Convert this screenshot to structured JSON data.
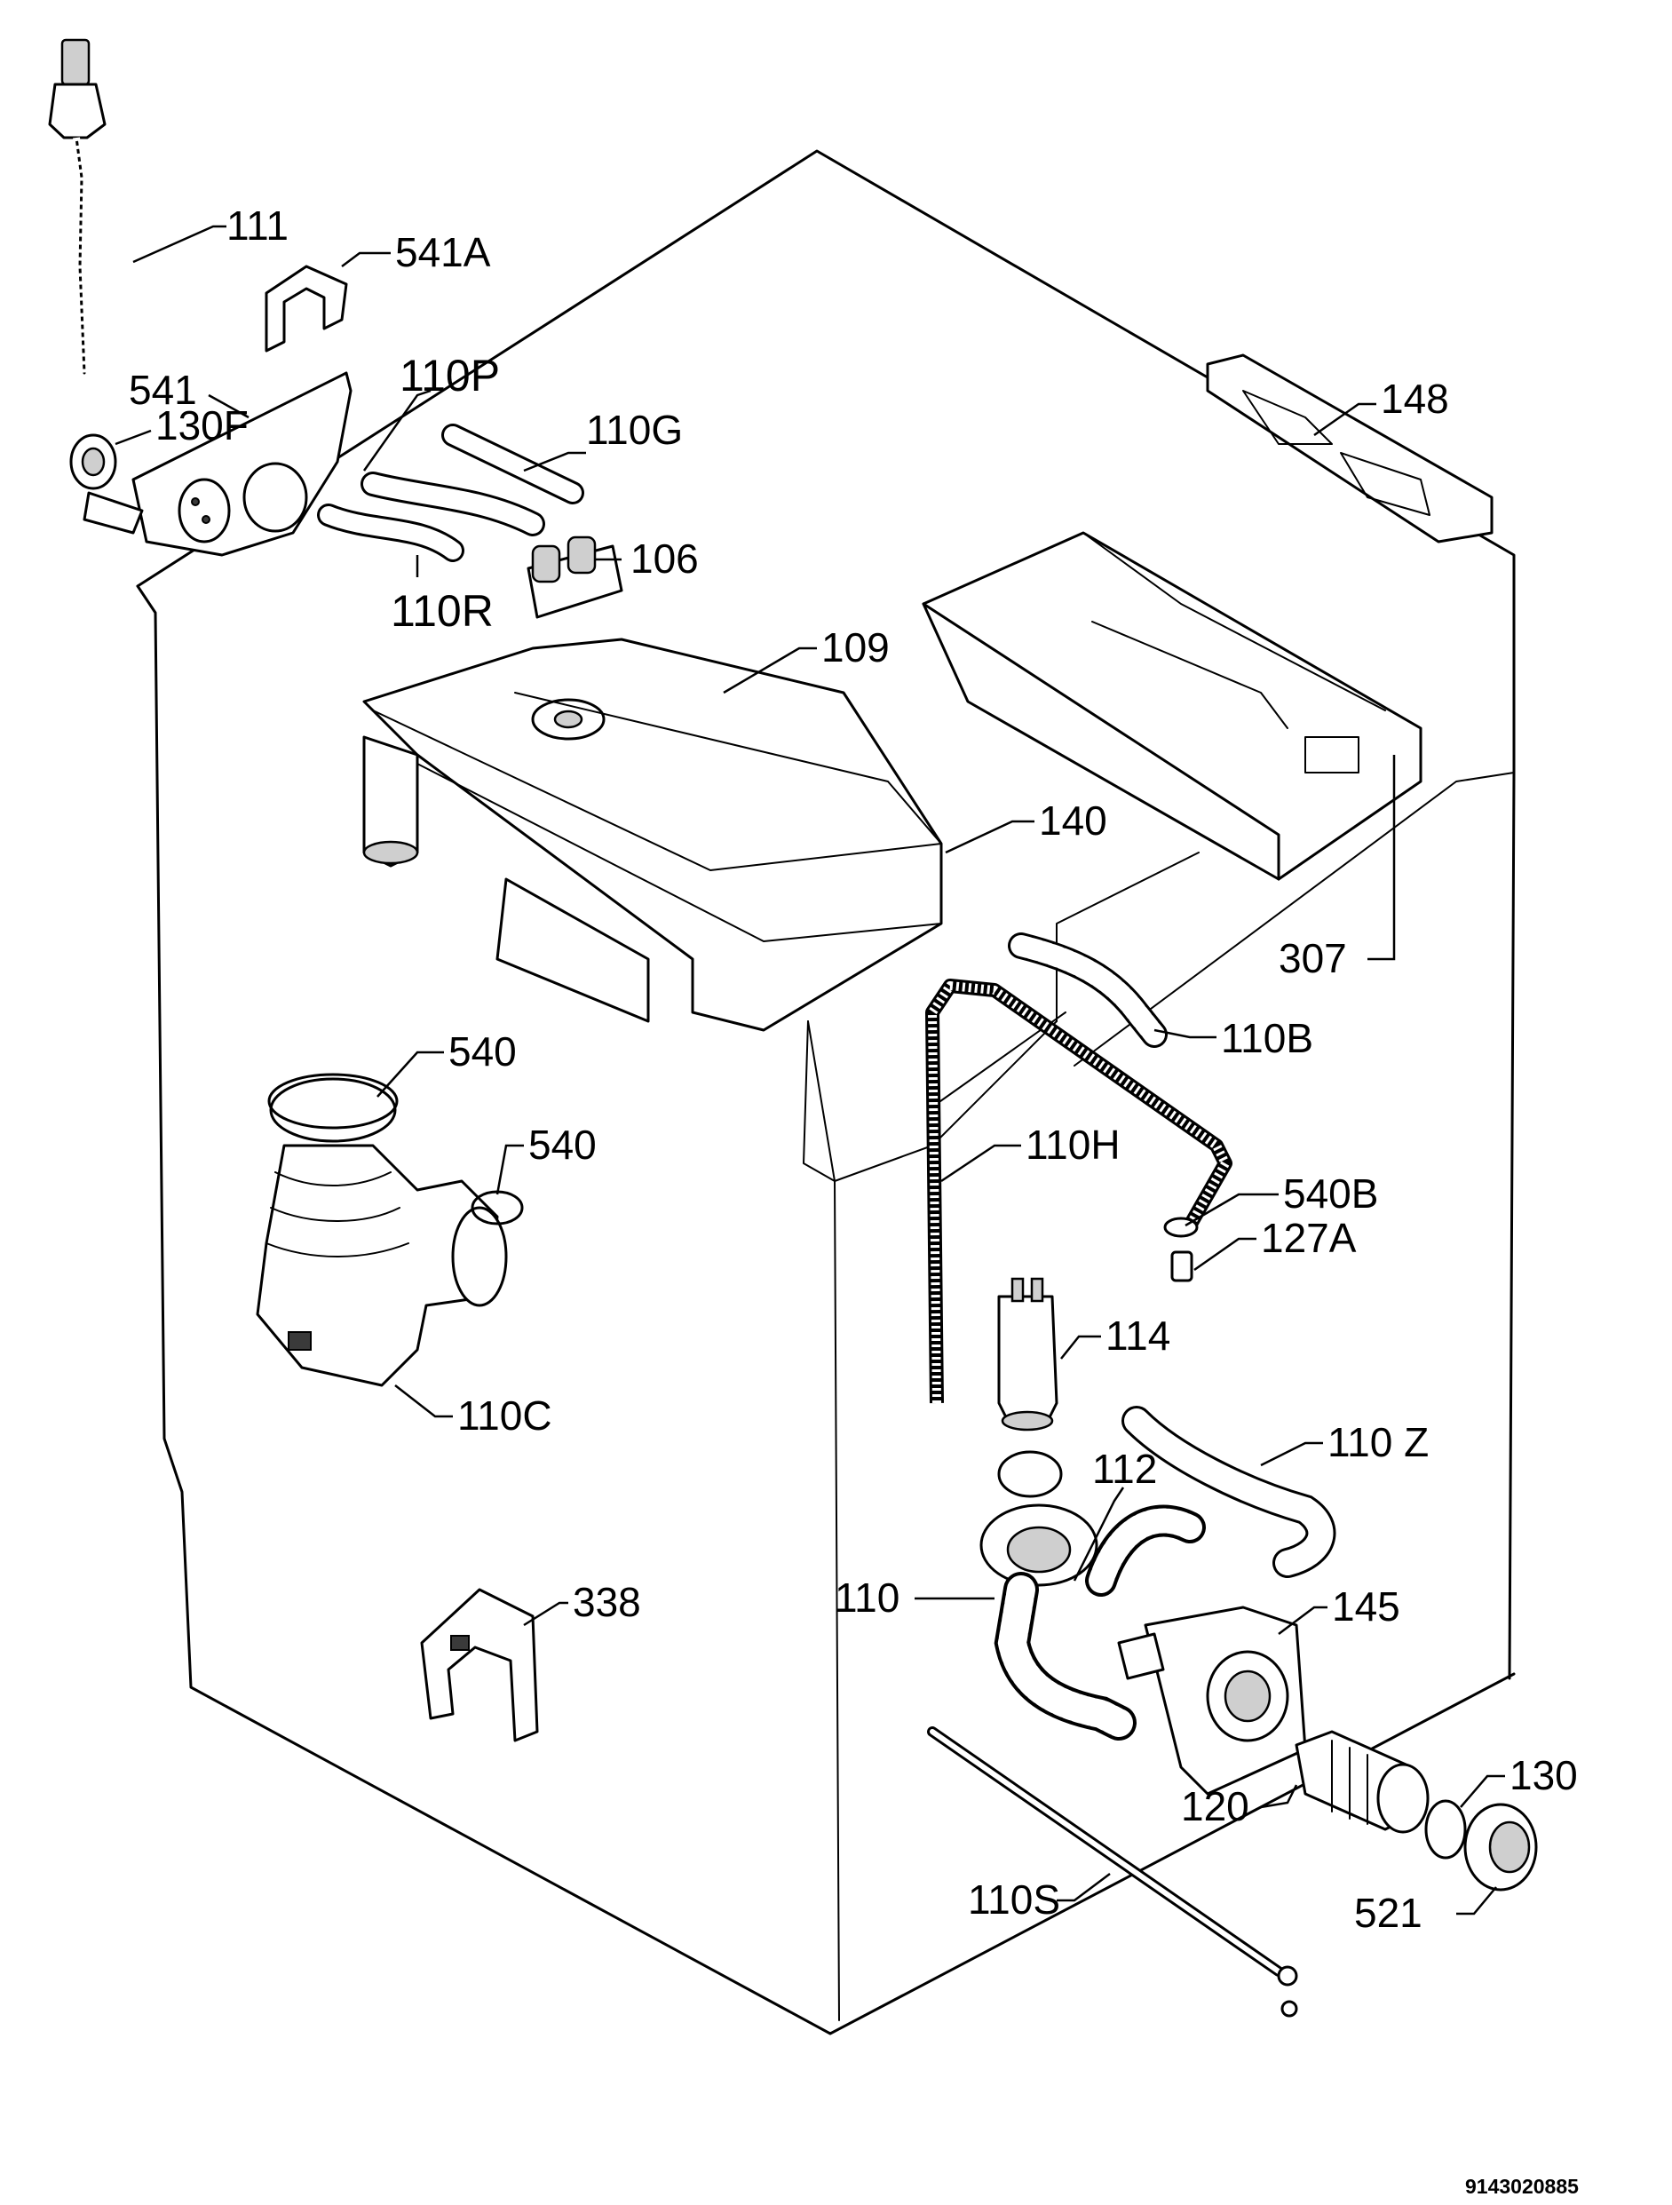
{
  "diagram": {
    "document_code": "9143020885",
    "callouts": {
      "c111": "111",
      "c541A": "541A",
      "c541": "541",
      "c130F": "130F",
      "c110P": "110P",
      "c110G": "110G",
      "c148": "148",
      "c106": "106",
      "c110R": "110R",
      "c109": "109",
      "c140": "140",
      "c307": "307",
      "c110B": "110B",
      "c540a": "540",
      "c540b": "540",
      "c110H": "110H",
      "c540B": "540B",
      "c127A": "127A",
      "c114": "114",
      "c110C": "110C",
      "c110Z": "110 Z",
      "c112": "112",
      "c110": "110",
      "c145": "145",
      "c338": "338",
      "c130": "130",
      "c120": "120",
      "c110S": "110S",
      "c521": "521"
    }
  }
}
